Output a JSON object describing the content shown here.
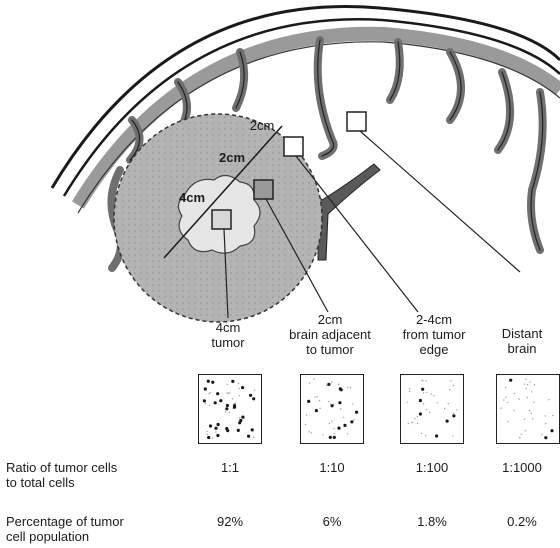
{
  "measurements": {
    "outer_2cm": "2cm",
    "inner_2cm": "2cm",
    "tumor_4cm": "4cm"
  },
  "regions": [
    {
      "line1": "4cm",
      "line2": "tumor",
      "line3": ""
    },
    {
      "line1": "2cm",
      "line2": "brain adjacent",
      "line3": "to tumor"
    },
    {
      "line1": "2-4cm",
      "line2": "from tumor",
      "line3": "edge"
    },
    {
      "line1": "Distant",
      "line2": "brain",
      "line3": ""
    }
  ],
  "ratio_row": {
    "label_line1": "Ratio of tumor cells",
    "label_line2": "to total cells",
    "values": [
      "1:1",
      "1:10",
      "1:100",
      "1:1000"
    ]
  },
  "percentage_row": {
    "label_line1": "Percentage of tumor",
    "label_line2": "cell population",
    "values": [
      "92%",
      "6%",
      "1.8%",
      "0.2%"
    ]
  },
  "samples": [
    {
      "cell_density": 1.0
    },
    {
      "cell_density": 0.1
    },
    {
      "cell_density": 0.01
    },
    {
      "cell_density": 0.001
    }
  ]
}
